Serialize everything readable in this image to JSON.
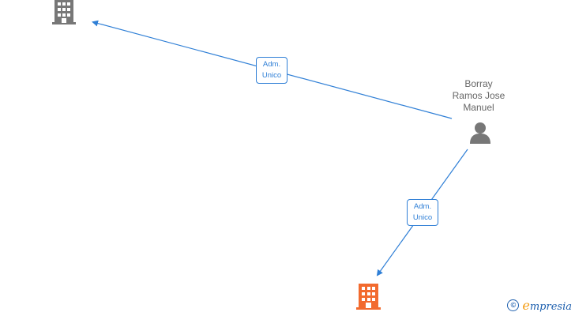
{
  "nodes": {
    "company_top": {
      "kind": "company",
      "color": "#777777"
    },
    "company_bottom": {
      "kind": "company",
      "color": "#f26a2e"
    },
    "person": {
      "kind": "person",
      "color": "#777777",
      "name_lines": [
        "Borray",
        "Ramos Jose",
        "Manuel"
      ]
    }
  },
  "edges": [
    {
      "from": "person",
      "to": "company_top",
      "label_lines": [
        "Adm.",
        "Unico"
      ]
    },
    {
      "from": "person",
      "to": "company_bottom",
      "label_lines": [
        "Adm.",
        "Unico"
      ]
    }
  ],
  "colors": {
    "edge": "#2f7fd6",
    "brand": "#1d5fae",
    "brand_accent": "#f39c12"
  },
  "watermark": {
    "copyright_symbol": "©",
    "brand_first": "e",
    "brand_rest": "mpresia"
  }
}
